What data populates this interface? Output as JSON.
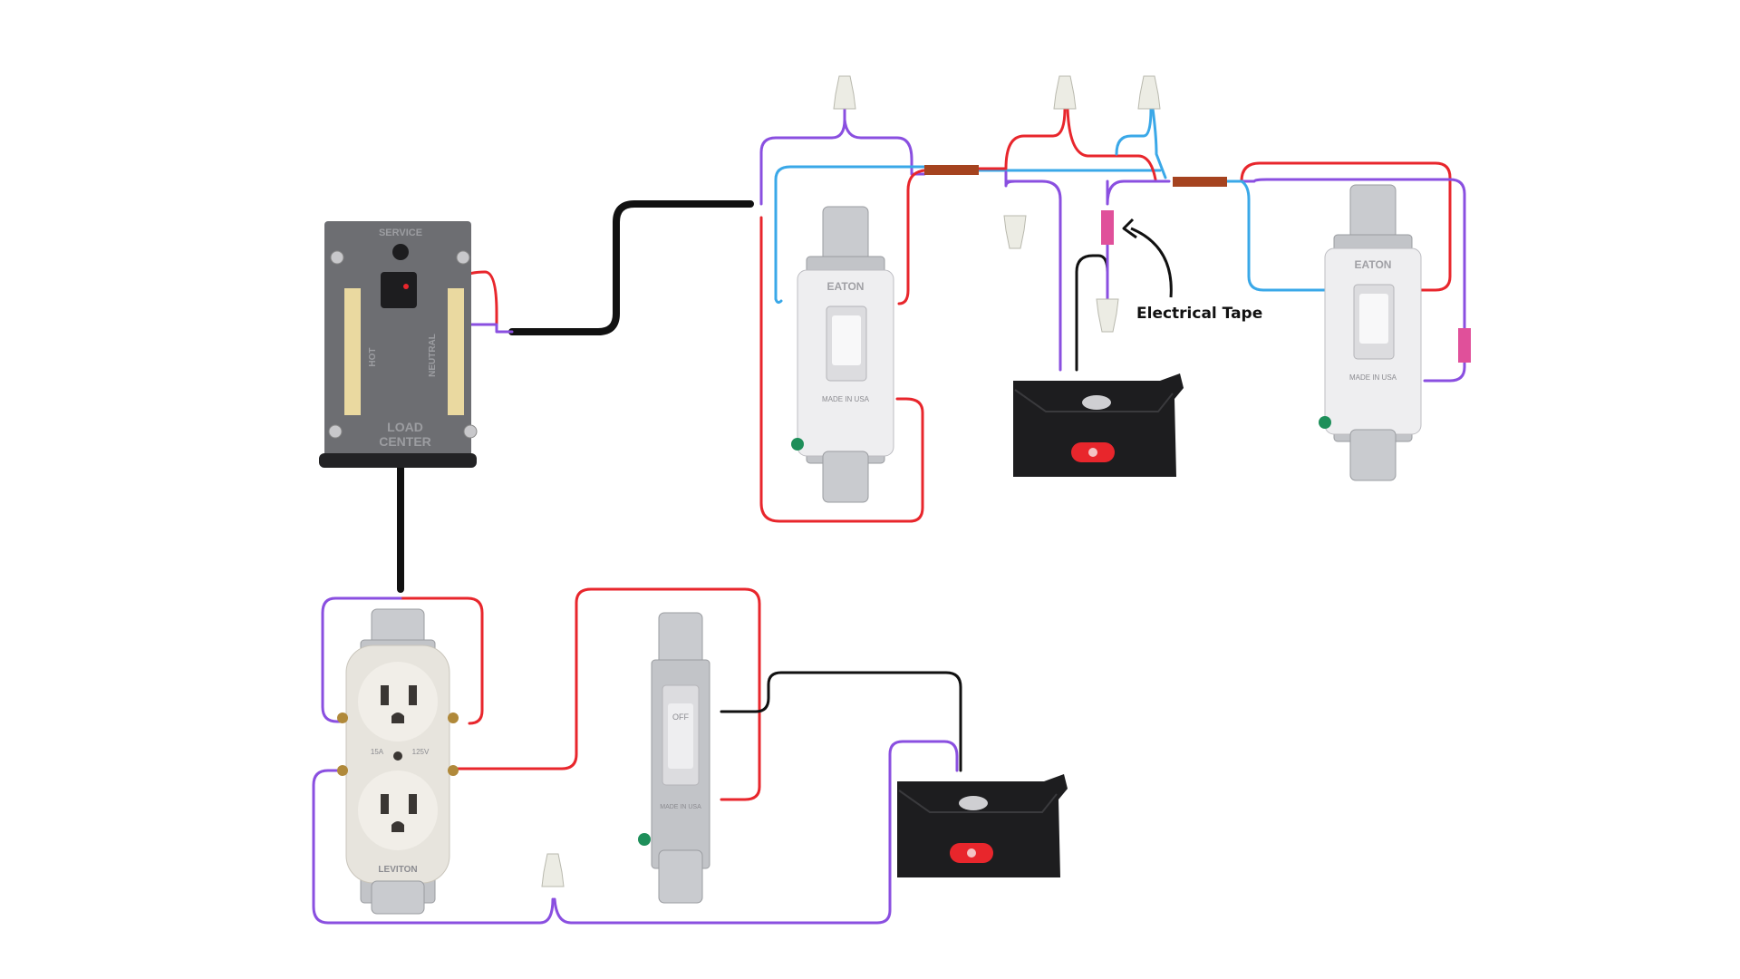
{
  "colors": {
    "background": "#ffffff",
    "hot_wire": "#e8262c",
    "neutral_wire": "#8a4fe0",
    "traveler_wire": "#3aa8e8",
    "black_wire": "#111111",
    "electrical_tape": "#e0509a",
    "connector_sleeve": "#a5431f",
    "panel_body": "#6d6e72",
    "bus_bar": "#ead9a0"
  },
  "load_center": {
    "top_label": "SERVICE",
    "hot_label": "HOT",
    "neutral_label": "NEUTRAL",
    "bottom_label_line1": "LOAD",
    "bottom_label_line2": "CENTER"
  },
  "annotation": {
    "text": "Electrical Tape"
  },
  "switch_labels": {
    "brand": "EATON",
    "made_in": "MADE IN USA",
    "off": "OFF"
  },
  "receptacle": {
    "brand": "LEVITON",
    "rating_left": "15A",
    "rating_right": "125V"
  },
  "icons": {
    "load_center": "load-center-panel-icon",
    "wire_nut": "wire-nut-icon",
    "three_way_switch": "three-way-switch-icon",
    "single_pole_switch": "single-pole-switch-icon",
    "light_fixture": "light-fixture-icon",
    "receptacle": "duplex-receptacle-icon",
    "arrow": "curved-arrow-icon"
  }
}
